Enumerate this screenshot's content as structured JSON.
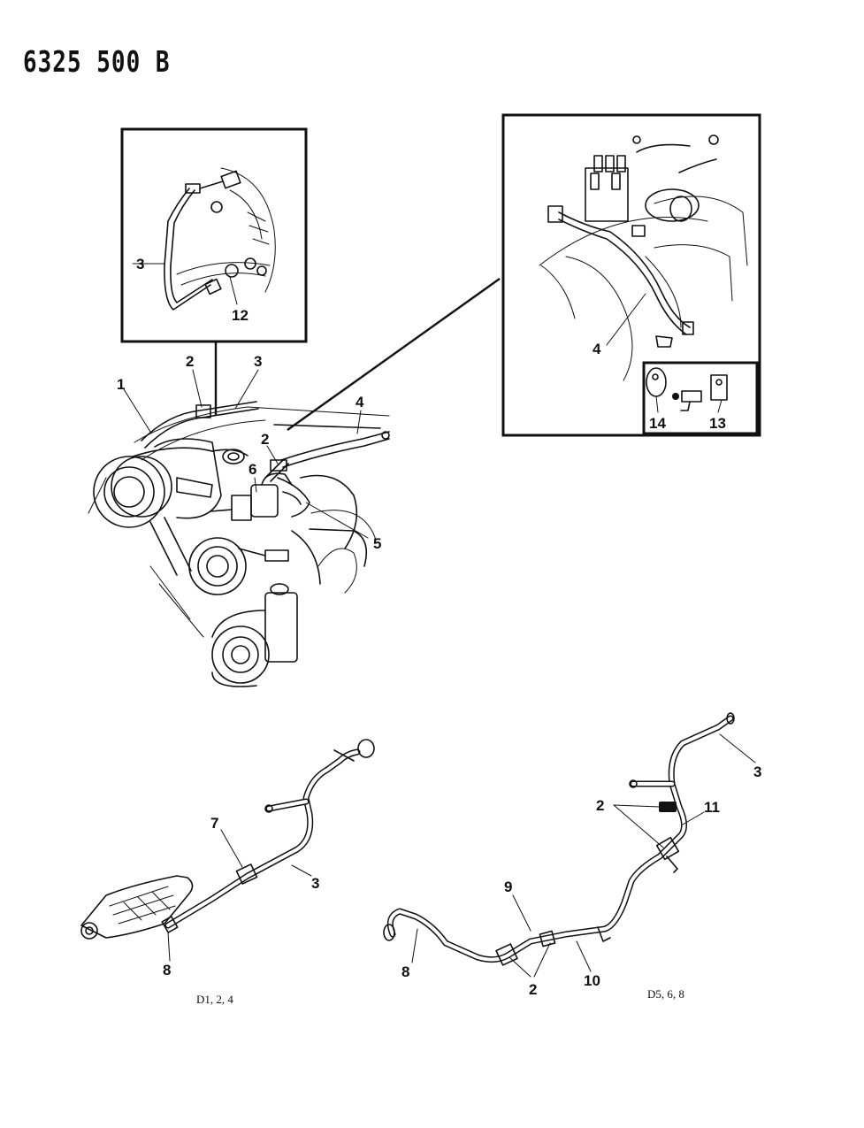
{
  "header": {
    "doc_number": "6325 500 B"
  },
  "callouts": {
    "upper_inset": {
      "tube": "3",
      "fastener": "12"
    },
    "engine": {
      "c1": "1",
      "c2a": "2",
      "c3": "3",
      "c4": "4",
      "c2b": "2",
      "c6": "6",
      "c5": "5"
    },
    "right_inset": {
      "tube": "4",
      "c14": "14",
      "c13": "13"
    },
    "left_assembly": {
      "c7": "7",
      "c3": "3",
      "c8": "8"
    },
    "right_assembly": {
      "c3": "3",
      "c2a": "2",
      "c11": "11",
      "c9": "9",
      "c8": "8",
      "c2b": "2",
      "c10": "10"
    }
  },
  "captions": {
    "left": "D1, 2, 4",
    "right": "D5, 6, 8"
  }
}
